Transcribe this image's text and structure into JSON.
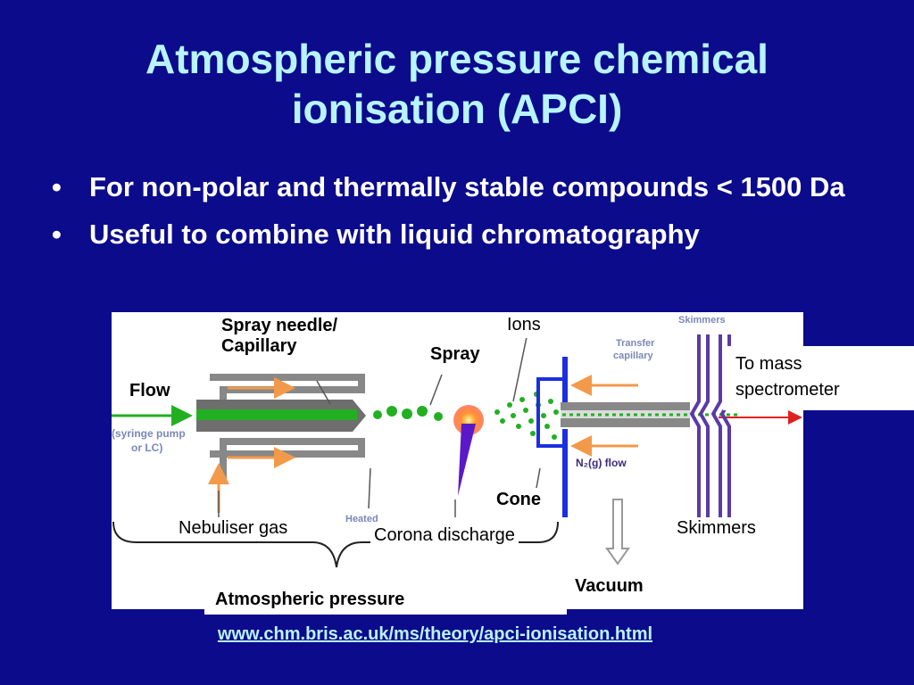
{
  "slide": {
    "title_line1": "Atmospheric pressure chemical",
    "title_line2": "ionisation (APCI)",
    "bullets": [
      {
        "marker": "•",
        "text": "For non-polar and thermally stable compounds < 1500 Da"
      },
      {
        "marker": "•",
        "text": "Useful to combine with liquid chromatography"
      }
    ],
    "url": "www.chm.bris.ac.uk/ms/theory/apci-ionisation.html"
  },
  "diagram": {
    "labels": {
      "spray_needle_line1": "Spray needle/",
      "spray_needle_line2": "Capillary",
      "ions": "Ions",
      "spray": "Spray",
      "flow": "Flow",
      "to_mass_line1": "To mass",
      "to_mass_line2": "spectrometer",
      "cone": "Cone",
      "nebuliser_gas": "Nebuliser gas",
      "corona_discharge": "Corona discharge",
      "skimmers": "Skimmers",
      "vacuum": "Vacuum",
      "atmospheric_pressure": "Atmospheric pressure"
    },
    "faint_labels": {
      "syringe_line1": "(syringe pump",
      "syringe_line2": "or LC)",
      "skimmers_small": "Skimmers",
      "transfer_line1": "Transfer",
      "transfer_line2": "capillary",
      "n2_flow": "N₂(g) flow",
      "heated": "Heated"
    },
    "colors": {
      "background": "#0b0b8c",
      "title": "#b8f4ff",
      "needle_green": "#22b022",
      "cone_blue": "#1a2fe0",
      "skimmer_purple": "#5a3aa8",
      "arrow_orange": "#f39a4a",
      "discharge_purple": "#5a18c8"
    }
  }
}
